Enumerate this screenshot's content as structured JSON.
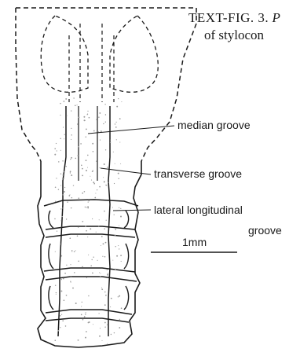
{
  "caption": {
    "fig_label": "TEXT-FIG. 3.",
    "italic_part": "P",
    "second_line": "of stylocon"
  },
  "labels": {
    "median_groove": "median groove",
    "transverse_groove": "transverse groove",
    "lateral_line1": "lateral longitudinal",
    "lateral_line2": "groove"
  },
  "scale_bar": {
    "label": "1mm"
  },
  "colors": {
    "ink": "#1a1a1a",
    "stipple": "#9a9a9a"
  }
}
